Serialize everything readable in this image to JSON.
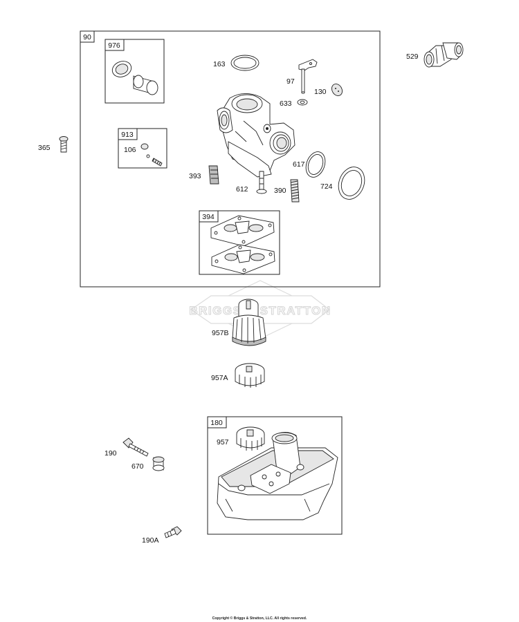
{
  "boxes": {
    "b90": "90",
    "b976": "976",
    "b913": "913",
    "b394": "394",
    "b180": "180"
  },
  "labels": {
    "p163": "163",
    "p97": "97",
    "p130": "130",
    "p633": "633",
    "p529": "529",
    "p365": "365",
    "p106": "106",
    "p393": "393",
    "p612": "612",
    "p390": "390",
    "p617": "617",
    "p724": "724",
    "p957B": "957B",
    "p957A": "957A",
    "p957": "957",
    "p190": "190",
    "p670": "670",
    "p190A": "190A"
  },
  "watermark": "BRIGGS & STRATTON",
  "copyright": "Copyright © Briggs & Stratton, LLC. All rights reserved."
}
